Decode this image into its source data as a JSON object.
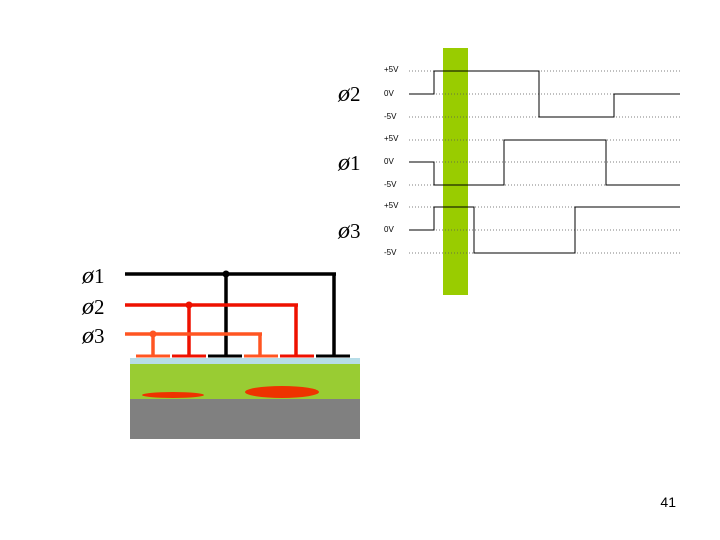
{
  "timing": {
    "rows": [
      {
        "phase": "2",
        "plus": "+5V",
        "zero": "0V",
        "minus": "-5V"
      },
      {
        "phase": "1",
        "plus": "+5V",
        "zero": "0V",
        "minus": "-5V"
      },
      {
        "phase": "3",
        "plus": "+5V",
        "zero": "0V",
        "minus": "-5V"
      }
    ],
    "highlight_color": "#99cc00"
  },
  "device": {
    "phases": [
      "1",
      "2",
      "3"
    ],
    "phase_symbol": "ø",
    "line_colors": {
      "phi1": "#000000",
      "phi2": "#ee1100",
      "phi3": "#ff5522"
    },
    "layer_colors": {
      "oxide": "#b7dde8",
      "epi": "#99cc33",
      "substrate": "#808080",
      "charge": "#ee3300"
    }
  },
  "slide_number": "41"
}
